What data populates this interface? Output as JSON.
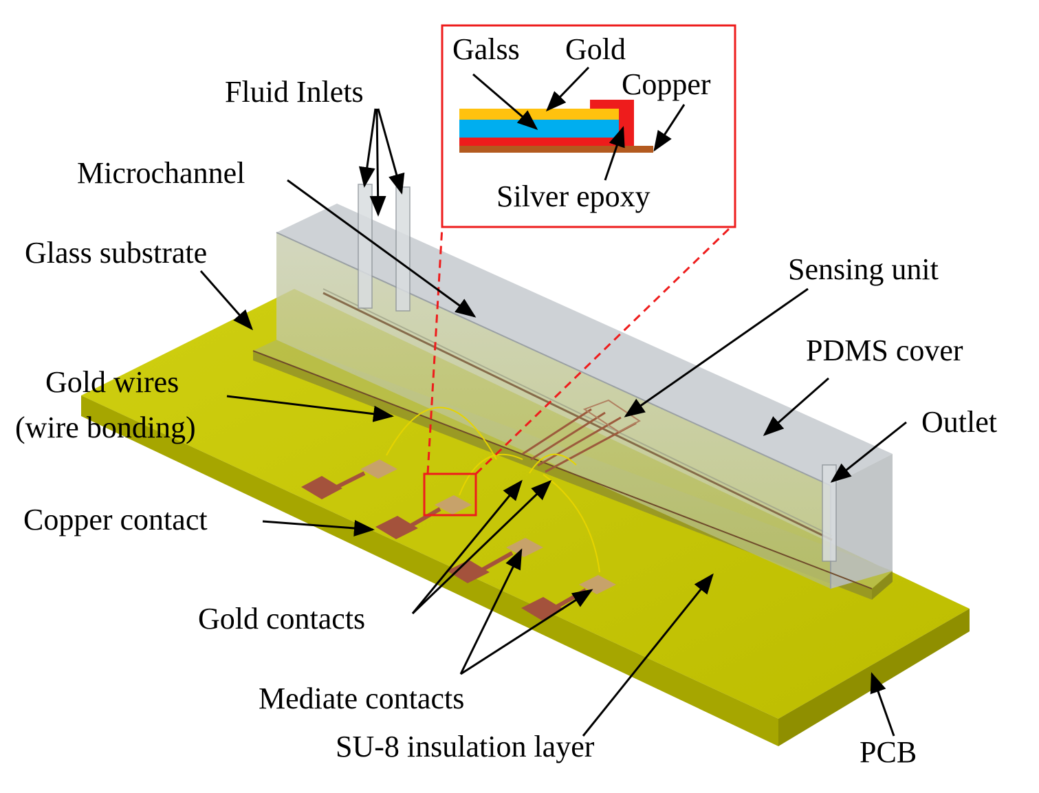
{
  "labels": {
    "fluid_inlets": "Fluid Inlets",
    "microchannel": "Microchannel",
    "glass_substrate": "Glass substrate",
    "gold_wires_line1": "Gold wires",
    "gold_wires_line2": "(wire bonding)",
    "copper_contact": "Copper contact",
    "gold_contacts": "Gold contacts",
    "mediate_contacts": "Mediate contacts",
    "su8_layer": "SU-8 insulation layer",
    "pcb": "PCB",
    "sensing_unit": "Sensing unit",
    "pdms_cover": "PDMS cover",
    "outlet": "Outlet"
  },
  "inset": {
    "glass": "Galss",
    "gold": "Gold",
    "copper": "Copper",
    "silver_epoxy": "Silver epoxy"
  },
  "colors": {
    "pcb": "#c8c800",
    "pdms": "#c5cbd0",
    "copper_pad": "#a4523c",
    "gold_pad": "#c7a26a",
    "gold_wire": "#e6d400",
    "highlight": "#ee1c1c",
    "inset_gold": "#ffc20e",
    "inset_glass": "#00aeef",
    "inset_epoxy": "#ee1c1c",
    "inset_copper": "#b35a1f"
  }
}
